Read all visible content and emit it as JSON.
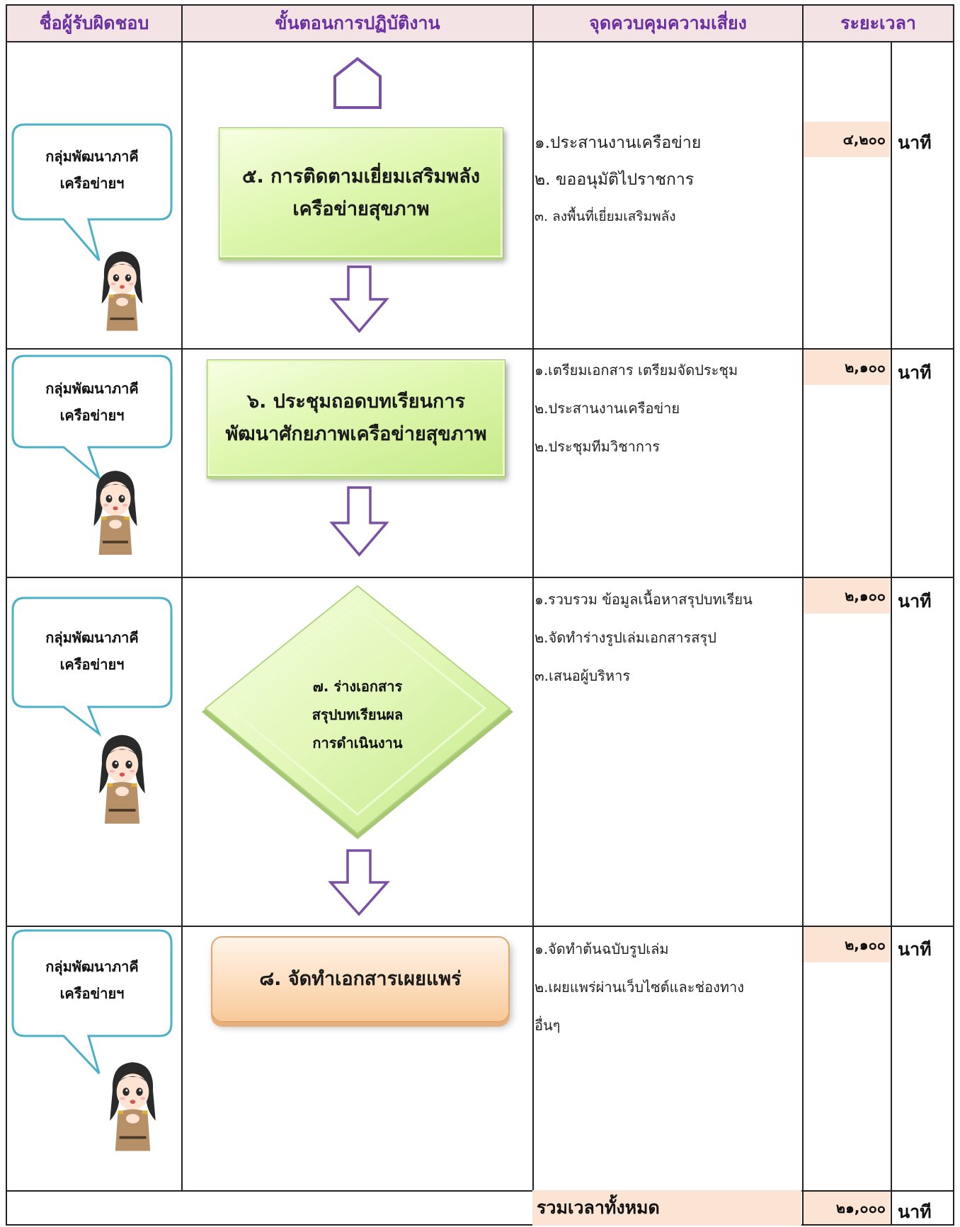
{
  "header": {
    "responsible": "ชื่อผู้รับผิดชอบ",
    "procedure": "ขั้นตอนการปฏิบัติงาน",
    "risk_control": "จุดควบคุมความเสี่ยง",
    "duration": "ระยะเวลา"
  },
  "rows": [
    {
      "responsible_line1": "กลุ่มพัฒนาภาคี",
      "responsible_line2": "เครือข่ายฯ",
      "step_line1": "๕. การติดตามเยี่ยมเสริมพลัง",
      "step_line2": "เครือข่ายสุขภาพ",
      "risks": [
        "๑.ประสานงานเครือข่าย",
        "๒. ขออนุมัติไปราชการ",
        "๓. ลงพื้นที่เยี่ยมเสริมพลัง"
      ],
      "time": "๔,๒๐๐",
      "unit": "นาที"
    },
    {
      "responsible_line1": "กลุ่มพัฒนาภาคี",
      "responsible_line2": "เครือข่ายฯ",
      "step_line1": "๖. ประชุมถอดบทเรียนการ",
      "step_line2": "พัฒนาศักยภาพเครือข่ายสุขภาพ",
      "risks": [
        "๑.เตรียมเอกสาร เตรียมจัดประชุม",
        "๒.ประสานงานเครือข่าย",
        "๒.ประชุมทีมวิชาการ"
      ],
      "time": "๒,๑๐๐",
      "unit": "นาที"
    },
    {
      "responsible_line1": "กลุ่มพัฒนาภาคี",
      "responsible_line2": "เครือข่ายฯ",
      "step_line1": "๗. ร่างเอกสาร",
      "step_line2": "สรุปบทเรียนผล",
      "step_line3": "การดำเนินงาน",
      "risks": [
        "๑.รวบรวม ข้อมูลเนื้อหาสรุปบทเรียน",
        "๒.จัดทำร่างรูปเล่มเอกสารสรุป",
        "๓.เสนอผู้บริหาร"
      ],
      "time": "๒,๑๐๐",
      "unit": "นาที"
    },
    {
      "responsible_line1": "กลุ่มพัฒนาภาคี",
      "responsible_line2": "เครือข่ายฯ",
      "step_line1": "๘. จัดทำเอกสารเผยแพร่",
      "risks": [
        "๑.จัดทำต้นฉบับรูปเล่ม",
        "๒.เผยแพร่ผ่านเว็บไซต์และช่องทาง",
        "อื่นๆ"
      ],
      "time": "๒,๑๐๐",
      "unit": "นาที"
    }
  ],
  "total": {
    "label": "รวมเวลาทั้งหมด",
    "time": "๒๑,๐๐๐",
    "unit": "นาที"
  },
  "colors": {
    "header_bg": "#f4e3e4",
    "header_text": "#6a2fa0",
    "time_bg": "#fbe4d4",
    "bubble_border": "#4bb0c8",
    "arrow": "#7a4fa5"
  }
}
